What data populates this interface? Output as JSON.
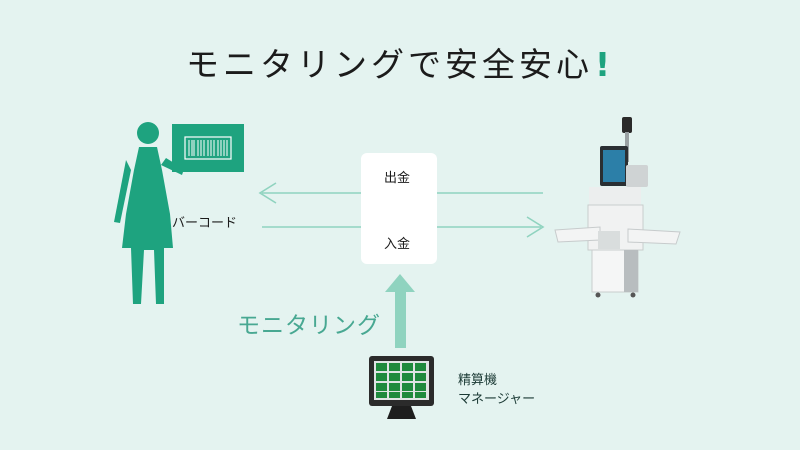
{
  "title": {
    "text": "モニタリングで安全安心",
    "exclaim": "!"
  },
  "labels": {
    "barcode": "バーコード",
    "withdraw": "出金",
    "deposit": "入金",
    "monitoring": "モニタリング",
    "manager_line1": "精算機",
    "manager_line2": "マネージャー"
  },
  "colors": {
    "background": "#e4f3f0",
    "accent_green": "#1ea37f",
    "arrow_green": "#8fd3bf",
    "text_dark": "#1b1b1b"
  }
}
